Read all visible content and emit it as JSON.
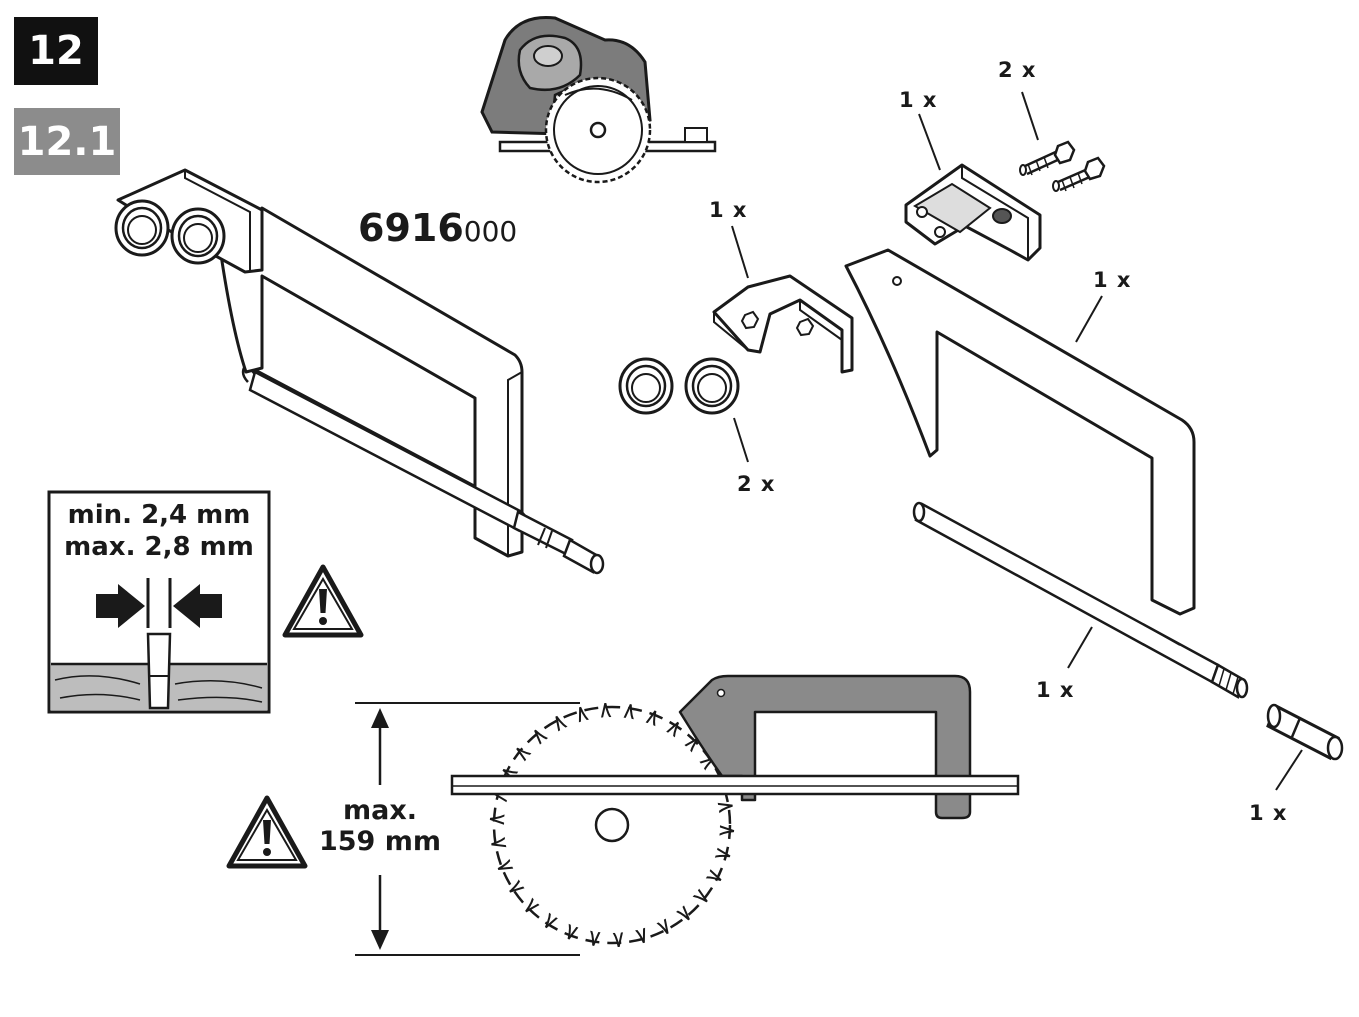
{
  "badges": {
    "main": "12",
    "sub": "12.1"
  },
  "part_number": {
    "bold": "6916",
    "light": "000"
  },
  "quantities": {
    "screws": "2 x",
    "holder": "1 x",
    "bracket": "1 x",
    "guide_plate": "1 x",
    "bushings": "2 x",
    "rod": "1 x",
    "end_cap": "1 x"
  },
  "gap_spec": {
    "min": "min. 2,4 mm",
    "max": "max. 2,8 mm"
  },
  "cut_depth": {
    "line1": "max.",
    "line2": "159 mm"
  },
  "colors": {
    "ink": "#1a1a1a",
    "grey_badge": "#8c8c8c",
    "part_grey": "#8a8a8a",
    "wood": "#bdbdbd"
  },
  "icons": [
    "warning-triangle-icon",
    "gap-arrow-left-icon",
    "gap-arrow-right-icon"
  ]
}
